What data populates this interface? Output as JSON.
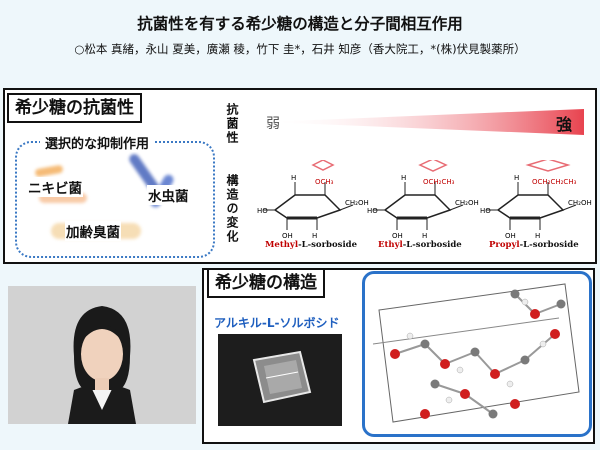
{
  "header": {
    "title": "抗菌性を有する希少糖の構造と分子間相互作用",
    "authors": "○松本 真緒，永山 夏美，廣瀬 稜，竹下 圭*，石井 知彦（香大院工，*(株)伏見製薬所）"
  },
  "top_panel": {
    "heading": "希少糖の抗菌性",
    "selective_title": "選択的な抑制作用",
    "germs": [
      "ニキビ菌",
      "水虫菌",
      "加齢臭菌"
    ],
    "activity_label": "抗菌性",
    "structure_label": "構造の変化",
    "weak": "弱",
    "strong": "強",
    "molecules": [
      {
        "prefix": "Methyl",
        "suffix": "-L-sorboside",
        "group": "OCH3"
      },
      {
        "prefix": "Ethyl",
        "suffix": "-L-sorboside",
        "group": "OCH2CH3"
      },
      {
        "prefix": "Propyl",
        "suffix": "-L-sorboside",
        "group": "OCH2CH2CH3"
      }
    ],
    "colors": {
      "gradient_end": "#e8434f",
      "arrow": "#e86c74",
      "box_border": "#3b79c4"
    }
  },
  "bottom_panel": {
    "heading": "希少糖の構造",
    "caption": "アルキル-L-ソルボシド",
    "model_border_color": "#2a72c9"
  }
}
